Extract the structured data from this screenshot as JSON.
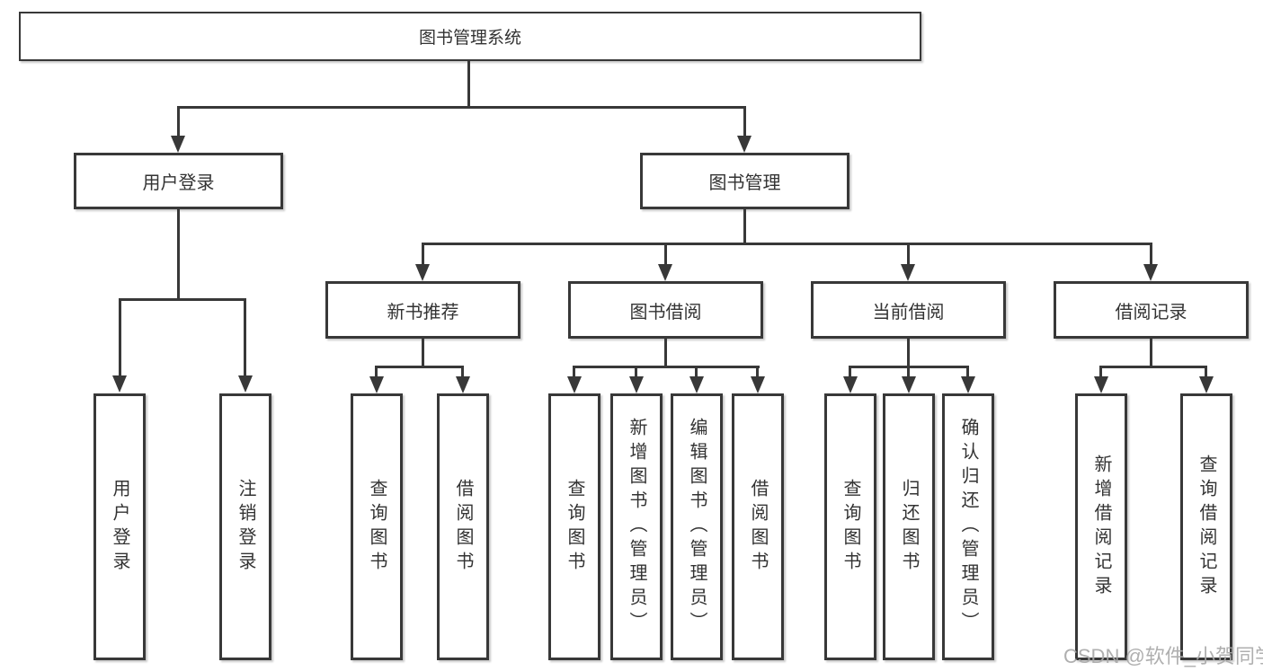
{
  "diagram": {
    "type": "tree",
    "tree": {
      "label": "图书管理系统",
      "children": [
        {
          "label": "用户登录",
          "children": [
            {
              "label": "用户登录"
            },
            {
              "label": "注销登录"
            }
          ]
        },
        {
          "label": "图书管理",
          "children": [
            {
              "label": "新书推荐",
              "children": [
                {
                  "label": "查询图书"
                },
                {
                  "label": "借阅图书"
                }
              ]
            },
            {
              "label": "图书借阅",
              "children": [
                {
                  "label": "查询图书"
                },
                {
                  "label": "新增图书（管理员）"
                },
                {
                  "label": "编辑图书（管理员）"
                },
                {
                  "label": "借阅图书"
                }
              ]
            },
            {
              "label": "当前借阅",
              "children": [
                {
                  "label": "查询图书"
                },
                {
                  "label": "归还图书"
                },
                {
                  "label": "确认归还（管理员）"
                }
              ]
            },
            {
              "label": "借阅记录",
              "children": [
                {
                  "label": "新增借阅记录"
                },
                {
                  "label": "查询借阅记录"
                }
              ]
            }
          ]
        }
      ]
    },
    "colors": {
      "line": "#383838",
      "text": "#333333",
      "background": "#ffffff",
      "watermark": "#a8a8a8"
    },
    "watermark": "CSDN @软件_小贺同学"
  }
}
